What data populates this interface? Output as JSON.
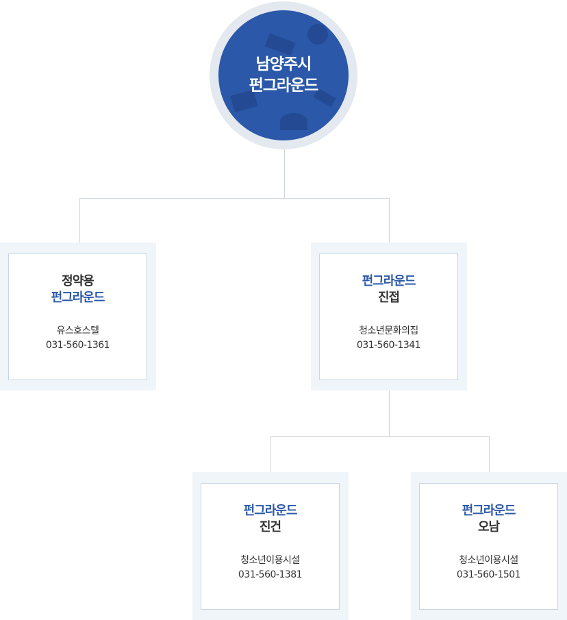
{
  "root": {
    "line1": "남양주시",
    "line2": "펀그라운드",
    "color": "#2b58a8"
  },
  "nodes": [
    {
      "title1": "정약용",
      "title2": "펀그라운드",
      "facility": "유스호스텔",
      "phone": "031-560-1361"
    },
    {
      "title1": "펀그라운드",
      "title2": "진접",
      "facility": "청소년문화의집",
      "phone": "031-560-1341"
    },
    {
      "title1": "펀그라운드",
      "title2": "진건",
      "facility": "청소년이용시설",
      "phone": "031-560-1381"
    },
    {
      "title1": "펀그라운드",
      "title2": "오남",
      "facility": "청소년이용시설",
      "phone": "031-560-1501"
    }
  ]
}
